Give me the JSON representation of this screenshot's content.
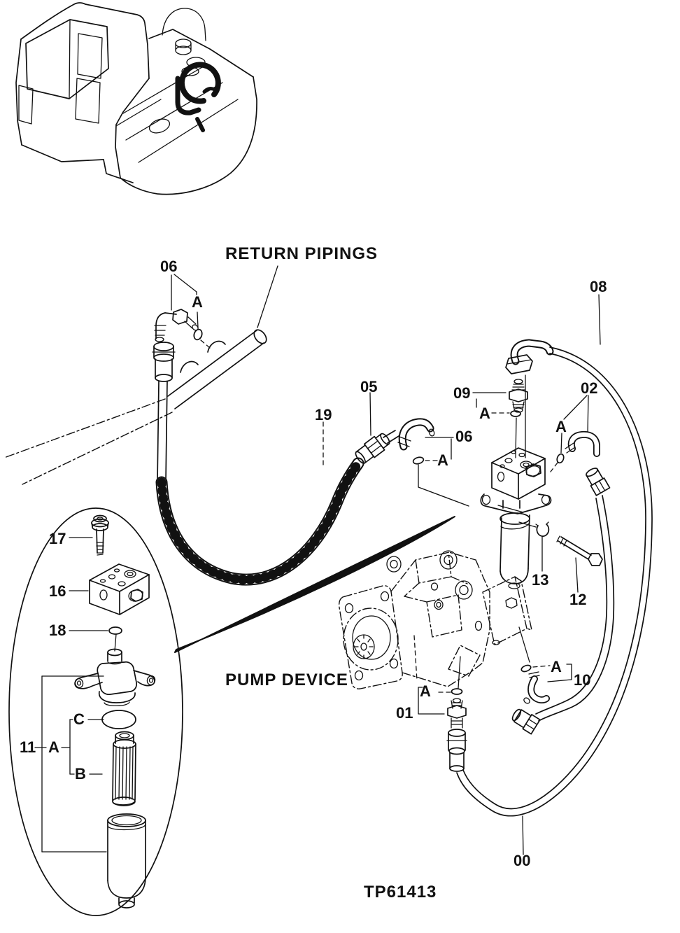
{
  "diagram": {
    "section_title": "RETURN PIPINGS",
    "component_caption": "PUMP DEVICE",
    "drawing_number": "TP61413",
    "ink_color": "#111111",
    "background_color": "#ffffff"
  },
  "callouts": {
    "c06_top": "06",
    "a_top": "A",
    "c05": "05",
    "c19": "19",
    "c06_mid": "06",
    "a_06mid": "A",
    "c09": "09",
    "a_09": "A",
    "c02": "02",
    "a_02": "A",
    "c08": "08",
    "c13": "13",
    "c12": "12",
    "a_10": "A",
    "c10": "10",
    "a_01": "A",
    "c01": "01",
    "c00": "00",
    "c17": "17",
    "c16": "16",
    "c18": "18",
    "c11": "11",
    "a_11": "A",
    "cB": "B",
    "cC": "C"
  }
}
